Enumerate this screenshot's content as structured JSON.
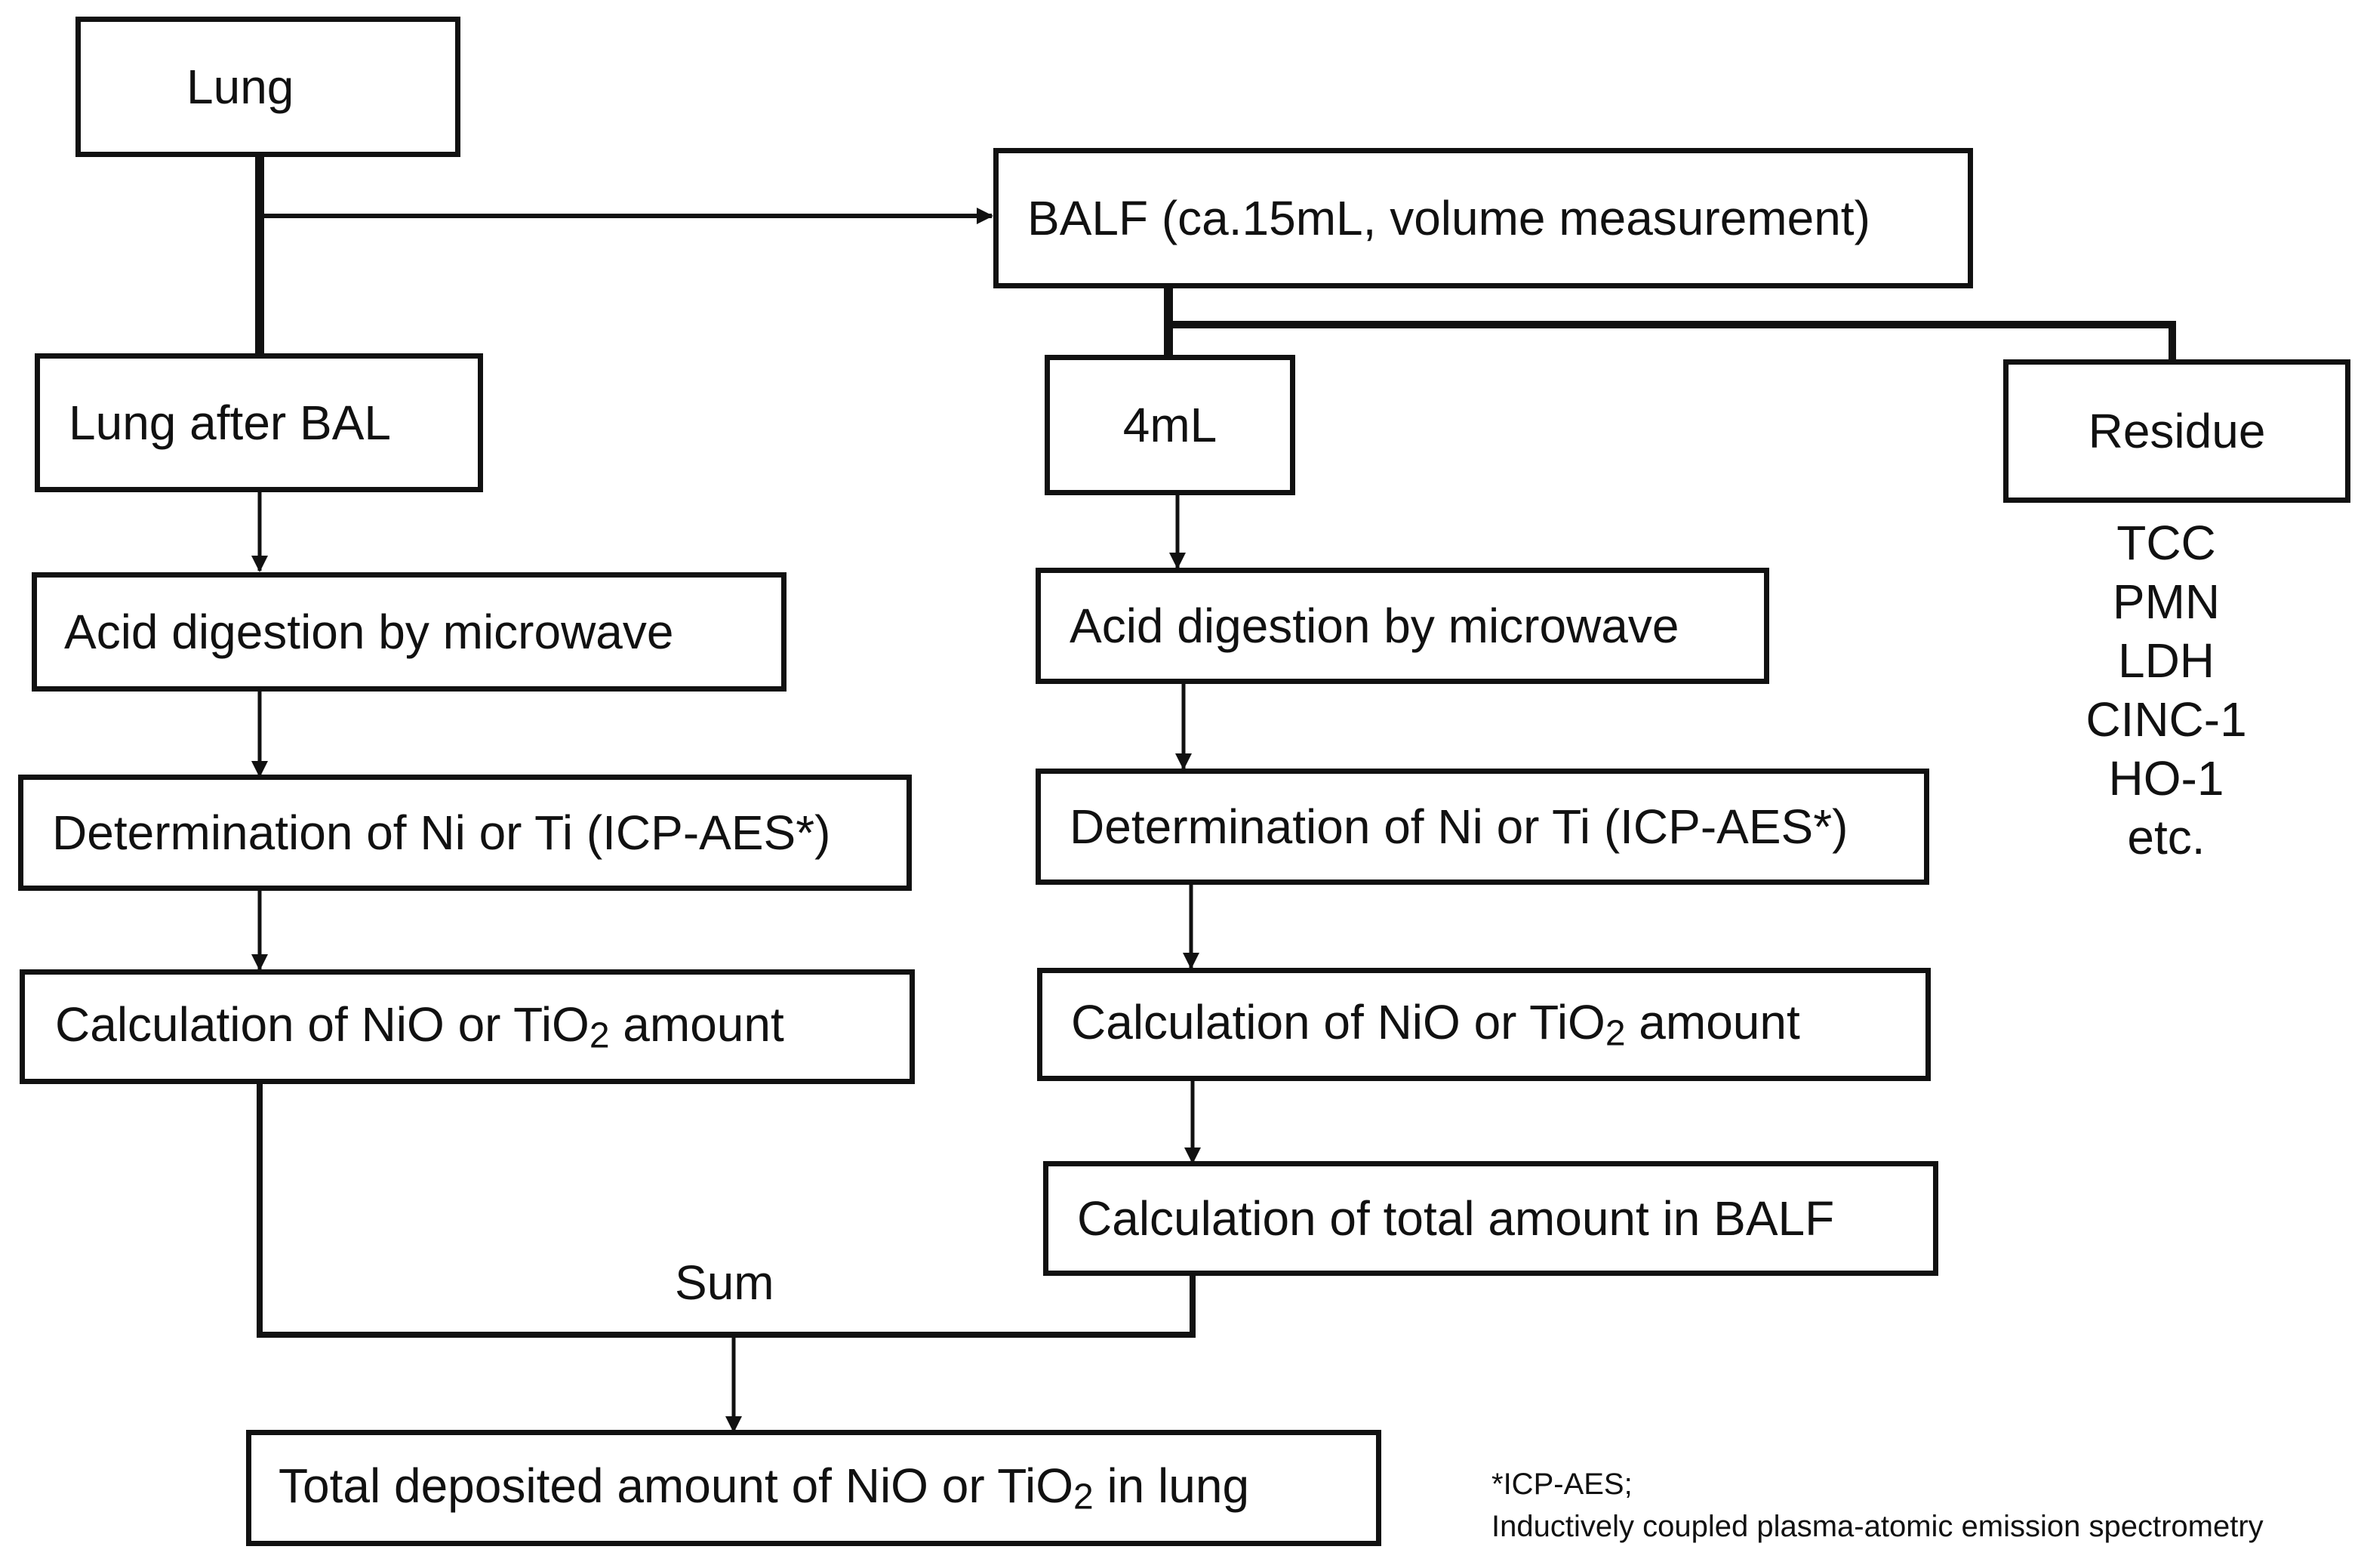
{
  "nodes": {
    "lung": "Lung",
    "balf": "BALF (ca.15mL, volume measurement)",
    "lung_after_bal": "Lung after BAL",
    "four_ml": "4mL",
    "residue": "Residue",
    "acid_left": "Acid digestion by microwave",
    "acid_right": "Acid digestion by microwave",
    "determination_left": "Determination of Ni or Ti (ICP-AES*)",
    "determination_right": "Determination of Ni or Ti (ICP-AES*)",
    "calc_left": {
      "before": "Calculation of NiO or TiO",
      "sub": "2",
      "after": " amount"
    },
    "calc_right": {
      "before": "Calculation of NiO or TiO",
      "sub": "2",
      "after": " amount"
    },
    "calc_total_balf": "Calculation of total amount in BALF",
    "total": {
      "before": "Total deposited amount of NiO or TiO",
      "sub": "2",
      "after": " in lung"
    }
  },
  "sum_label": "Sum",
  "residue_items": [
    "TCC",
    "PMN",
    "LDH",
    "CINC-1",
    "HO-1",
    "etc."
  ],
  "footnote": {
    "line1": "*ICP-AES;",
    "line2": "Inductively coupled plasma-atomic emission spectrometry"
  },
  "colors": {
    "line": "#111111",
    "background": "#ffffff"
  }
}
